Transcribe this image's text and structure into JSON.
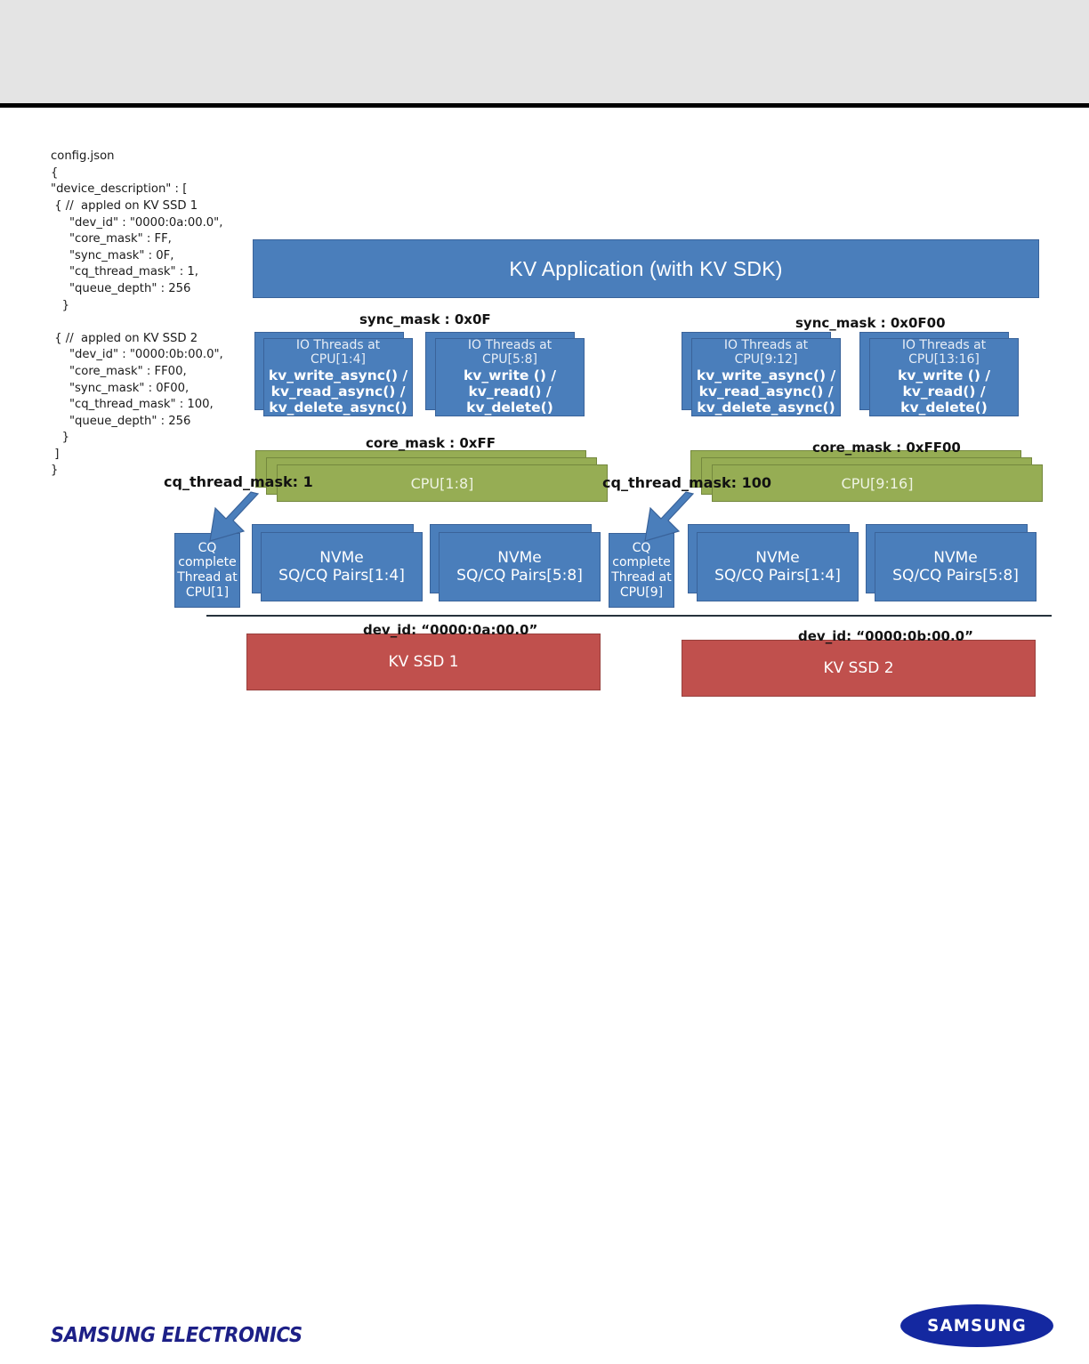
{
  "footer": {
    "company": "SAMSUNG ELECTRONICS",
    "logo_text": "SAMSUNG"
  },
  "colors": {
    "blue": "#4a7ebb",
    "green": "#96ad54",
    "red": "#c0504d",
    "header_band": "#e4e4e4",
    "samsung_blue": "#1428a0"
  },
  "config_json": {
    "filename": "config.json",
    "text": "config.json\n{\n\"device_description\" : [\n { //  appled on KV SSD 1\n     \"dev_id\" : \"0000:0a:00.0\",\n     \"core_mask\" : FF,\n     \"sync_mask\" : 0F,\n     \"cq_thread_mask\" : 1,\n     \"queue_depth\" : 256\n   }\n\n { //  appled on KV SSD 2\n     \"dev_id\" : \"0000:0b:00.0\",\n     \"core_mask\" : FF00,\n     \"sync_mask\" : 0F00,\n     \"cq_thread_mask\" : 100,\n     \"queue_depth\" : 256\n   }\n ]\n}"
  },
  "diagram": {
    "app_banner": "KV Application (with KV SDK)",
    "annotations": {
      "sync_mask_left": "sync_mask : 0x0F",
      "sync_mask_right": "sync_mask : 0x0F00",
      "core_mask_left": "core_mask : 0xFF",
      "core_mask_right": "core_mask : 0xFF00",
      "cq_thread_mask_left": "cq_thread_mask: 1",
      "cq_thread_mask_right": "cq_thread_mask: 100",
      "dev_id_left": "dev_id: “0000:0a:00.0”",
      "dev_id_right": "dev_id: “0000:0b:00.0”"
    },
    "io_threads": [
      {
        "header": "IO Threads at CPU[1:4]",
        "lines": [
          "kv_write_async() /",
          "kv_read_async() /",
          "kv_delete_async()"
        ]
      },
      {
        "header": "IO Threads at CPU[5:8]",
        "lines": [
          "kv_write () /",
          "kv_read() /",
          "kv_delete()"
        ]
      },
      {
        "header": "IO Threads at CPU[9:12]",
        "lines": [
          "kv_write_async() /",
          "kv_read_async() /",
          "kv_delete_async()"
        ]
      },
      {
        "header": "IO Threads at CPU[13:16]",
        "lines": [
          "kv_write () /",
          "kv_read() /",
          "kv_delete()"
        ]
      }
    ],
    "cpu_bars": [
      {
        "label": "CPU[1:8]"
      },
      {
        "label": "CPU[9:16]"
      }
    ],
    "cq_threads": [
      {
        "lines": [
          "CQ",
          "complete",
          "Thread at",
          "CPU[1]"
        ]
      },
      {
        "lines": [
          "CQ",
          "complete",
          "Thread at",
          "CPU[9]"
        ]
      }
    ],
    "nvme_pairs": [
      {
        "line1": "NVMe",
        "line2": "SQ/CQ Pairs[1:4]"
      },
      {
        "line1": "NVMe",
        "line2": "SQ/CQ Pairs[5:8]"
      },
      {
        "line1": "NVMe",
        "line2": "SQ/CQ Pairs[1:4]"
      },
      {
        "line1": "NVMe",
        "line2": "SQ/CQ Pairs[5:8]"
      }
    ],
    "ssds": [
      {
        "label": "KV  SSD 1"
      },
      {
        "label": "KV  SSD 2"
      }
    ]
  }
}
